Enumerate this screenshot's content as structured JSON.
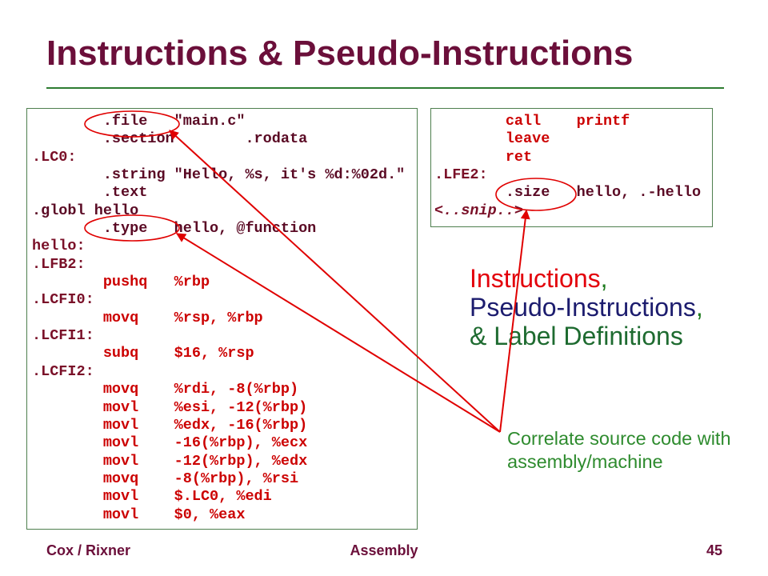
{
  "slide": {
    "title": "Instructions & Pseudo-Instructions",
    "footer": {
      "left": "Cox / Rixner",
      "center": "Assembly",
      "page": "45"
    }
  },
  "code_left": {
    "lines": [
      "\t.file\t\"main.c\"",
      "\t.section\t.rodata",
      ".LC0:",
      "\t.string\t\"Hello, %s, it's %d:%02d.\"",
      "\t.text",
      ".globl hello",
      "\t.type\thello, @function",
      "hello:",
      ".LFB2:",
      "\tpushq\t%rbp",
      ".LCFI0:",
      "\tmovq\t%rsp, %rbp",
      ".LCFI1:",
      "\tsubq\t$16, %rsp",
      ".LCFI2:",
      "\tmovq\t%rdi, -8(%rbp)",
      "\tmovl\t%esi, -12(%rbp)",
      "\tmovl\t%edx, -16(%rbp)",
      "\tmovl\t-16(%rbp), %ecx",
      "\tmovl\t-12(%rbp), %edx",
      "\tmovq\t-8(%rbp), %rsi",
      "\tmovl\t$.LC0, %edi",
      "\tmovl\t$0, %eax"
    ]
  },
  "code_right": {
    "lines": [
      "\tcall\tprintf",
      "\tleave",
      "\tret",
      ".LFE2:",
      "\t.size\thello, .-hello",
      "<..snip..>"
    ]
  },
  "legend": {
    "instructions": "Instructions",
    "sep1": ",",
    "pseudo": "Pseudo-Instructions",
    "sep2": ",",
    "labels": "& Label Definitions"
  },
  "note": {
    "line1": "Correlate source code with",
    "line2": "assembly/machine"
  },
  "colors": {
    "title": "#6B0F3A",
    "rule": "#2E7D32",
    "box_border": "#4E7F4E",
    "instruction": "#CC0000",
    "pseudo": "#5A0A24",
    "label": "#7A1028",
    "legend_instructions": "#E3000B",
    "legend_pseudo": "#1C1C6E",
    "legend_labels": "#1E6B30",
    "legend_comma": "#1E7B1E",
    "note": "#2E8B2E",
    "arrow": "#E00000"
  }
}
